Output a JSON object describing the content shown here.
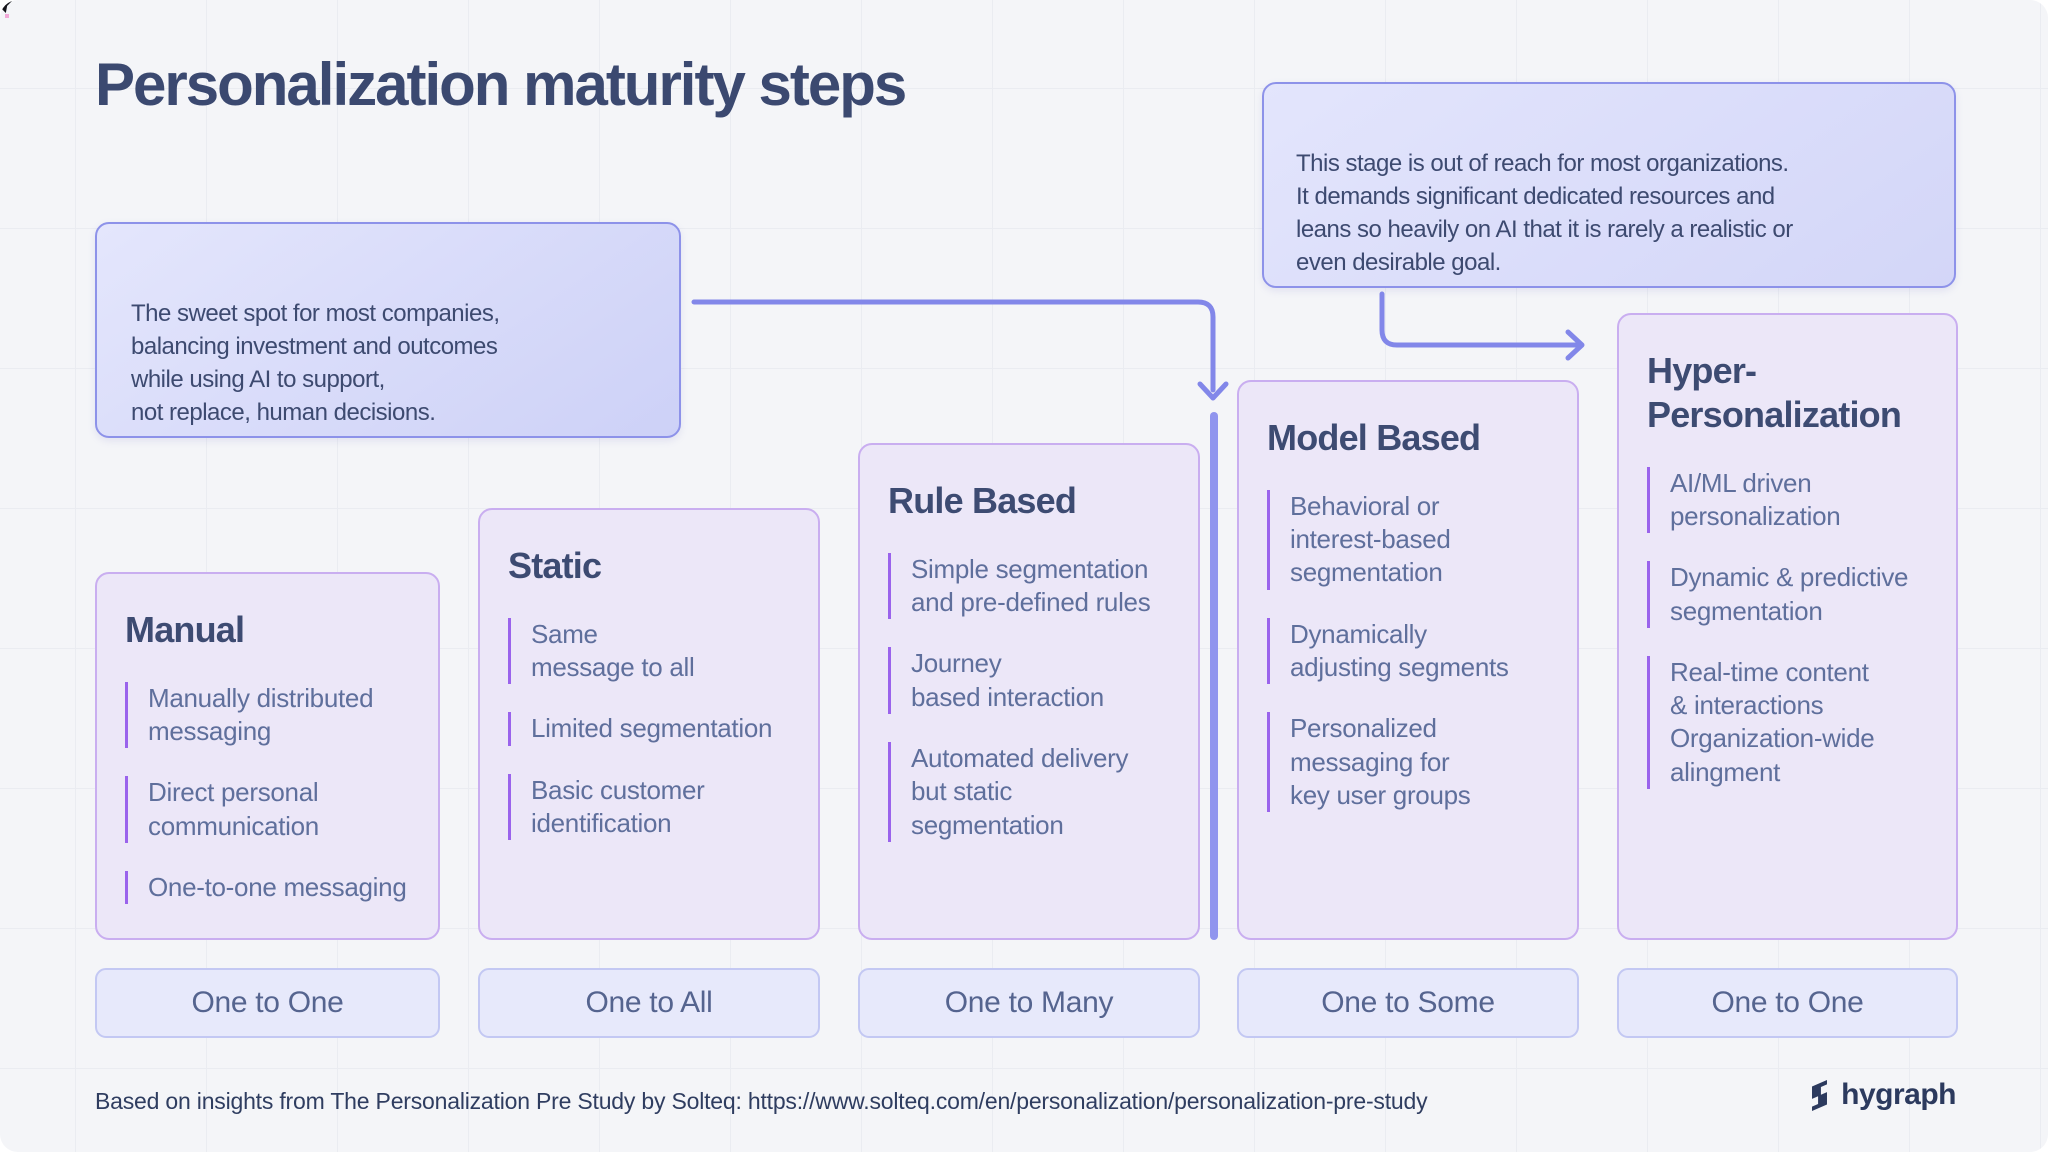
{
  "page": {
    "title": "Personalization maturity steps",
    "footer": {
      "source_text": "Based on insights from The Personalization Pre Study by Solteq: https://www.solteq.com/en/personalization/personalization-pre-study",
      "brand": "hygraph"
    }
  },
  "callouts": [
    {
      "id": "sweet-spot",
      "text": "The sweet spot for most companies,\nbalancing investment and outcomes\nwhile using AI to support,\nnot replace, human decisions."
    },
    {
      "id": "out-of-reach",
      "text": "This stage is out of reach for most organizations.\nIt demands significant dedicated resources and\nleans so heavily on AI that it is rarely a realistic or\neven desirable goal."
    }
  ],
  "stages": [
    {
      "title": "Manual",
      "bullets": [
        "Manually distributed\nmessaging",
        "Direct personal\ncommunication",
        "One-to-one messaging"
      ],
      "audience": "One to One"
    },
    {
      "title": "Static",
      "bullets": [
        "Same\nmessage to all",
        "Limited segmentation",
        "Basic customer\nidentification"
      ],
      "audience": "One to All"
    },
    {
      "title": "Rule Based",
      "bullets": [
        "Simple segmentation\nand pre-defined rules",
        "Journey\nbased interaction",
        "Automated delivery\nbut static\nsegmentation"
      ],
      "audience": "One to Many"
    },
    {
      "title": "Model Based",
      "bullets": [
        "Behavioral or\ninterest-based\nsegmentation",
        "Dynamically\nadjusting segments",
        "Personalized\nmessaging for\nkey user groups"
      ],
      "audience": "One to Some"
    },
    {
      "title": "Hyper-\nPersonalization",
      "bullets": [
        "AI/ML driven\npersonalization",
        "Dynamic & predictive\nsegmentation",
        "Real-time content\n& interactions\nOrganization-wide\nalingment"
      ],
      "audience": "One to One"
    }
  ],
  "colors": {
    "background": "#f4f5f8",
    "card_fill": "#ece7f8",
    "card_border": "#c9aef0",
    "bullet_accent": "#9a63ec",
    "callout_fill_start": "#e4e6fc",
    "callout_fill_end": "#cdd1f7",
    "callout_border": "#8d92e9",
    "connector": "#8287e9",
    "divider_bar": "#9095ee",
    "pill_fill": "#e7e9fb",
    "pill_border": "#c3c8f3",
    "heading_text": "#3b4970",
    "body_text": "#5f6f9c",
    "pill_text": "#55648f",
    "footer_text": "#2f3d60"
  }
}
